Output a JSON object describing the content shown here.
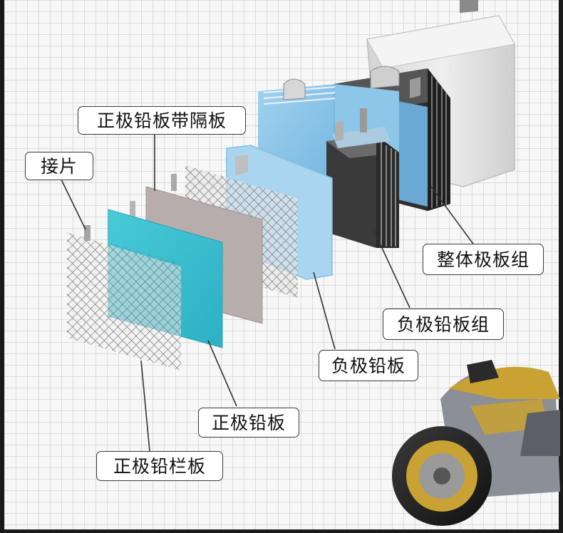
{
  "labels": {
    "positive_plate_with_separator": "正极铅板带隔板",
    "tab": "接片",
    "whole_plate_group": "整体极板组",
    "negative_plate_group": "负极铅板组",
    "negative_plate": "负极铅板",
    "positive_plate": "正极铅板",
    "positive_grid_plate": "正极铅栏板"
  },
  "colors": {
    "background": "#f7f7f7",
    "grid_line": "#dcdcdc",
    "positive_plate": "#3fc4d4",
    "negative_plate": "#a8d4ee",
    "separator": "#b9aeae",
    "lead_grid": "#8a8a8a",
    "dark_plate": "#3c3c3c",
    "battery_case": "#e2e2e2",
    "motorcycle_accent": "#c9a233"
  }
}
